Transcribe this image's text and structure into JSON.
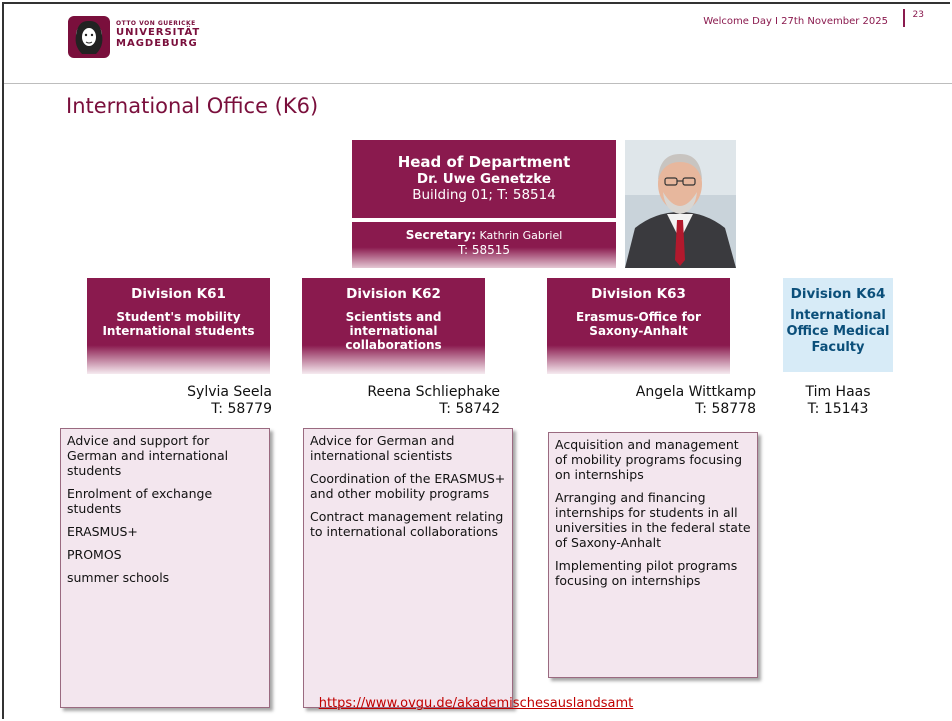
{
  "header": {
    "logo_line1": "OTTO VON GUERICKE",
    "logo_line2": "UNIVERSITÄT",
    "logo_line3": "MAGDEBURG",
    "meta": "Welcome Day I 27th November 2025",
    "page_number": "23"
  },
  "title": "International Office (K6)",
  "head": {
    "role": "Head of Department",
    "name": "Dr. Uwe Genetzke",
    "contact": "Building 01; T: 58514",
    "secretary_label": "Secretary:",
    "secretary_name": "Kathrin Gabriel",
    "secretary_phone": "T: 58515"
  },
  "divisions": [
    {
      "title": "Division K61",
      "subtitle": "Student's mobility International students",
      "contact_name": "Sylvia Seela",
      "contact_phone": "T: 58779",
      "tasks": [
        "Advice and support for German and international students",
        "Enrolment of exchange students",
        "ERASMUS+",
        "PROMOS",
        "summer schools"
      ]
    },
    {
      "title": "Division K62",
      "subtitle": "Scientists and international collaborations",
      "contact_name": "Reena Schliephake",
      "contact_phone": "T: 58742",
      "tasks": [
        "Advice for German and international scientists",
        "Coordination of the ERASMUS+ and other mobility programs",
        "Contract management relating to international collaborations"
      ]
    },
    {
      "title": "Division K63",
      "subtitle": "Erasmus-Office for Saxony-Anhalt",
      "contact_name": "Angela Wittkamp",
      "contact_phone": "T: 58778",
      "tasks": [
        "Acquisition and management of mobility programs focusing on internships",
        "Arranging and financing internships for students in all universities in the federal state of Saxony-Anhalt",
        "Implementing pilot programs focusing on internships"
      ]
    },
    {
      "title": "Division K64",
      "subtitle": "International Office Medical Faculty",
      "contact_name": "Tim Haas",
      "contact_phone": "T: 15143"
    }
  ],
  "footer_url": "https://www.ovgu.de/akademischesauslandsamt",
  "colors": {
    "maroon": "#8a1a4e",
    "light_blue": "#d7ebf7",
    "task_bg": "#f3e6ee"
  }
}
